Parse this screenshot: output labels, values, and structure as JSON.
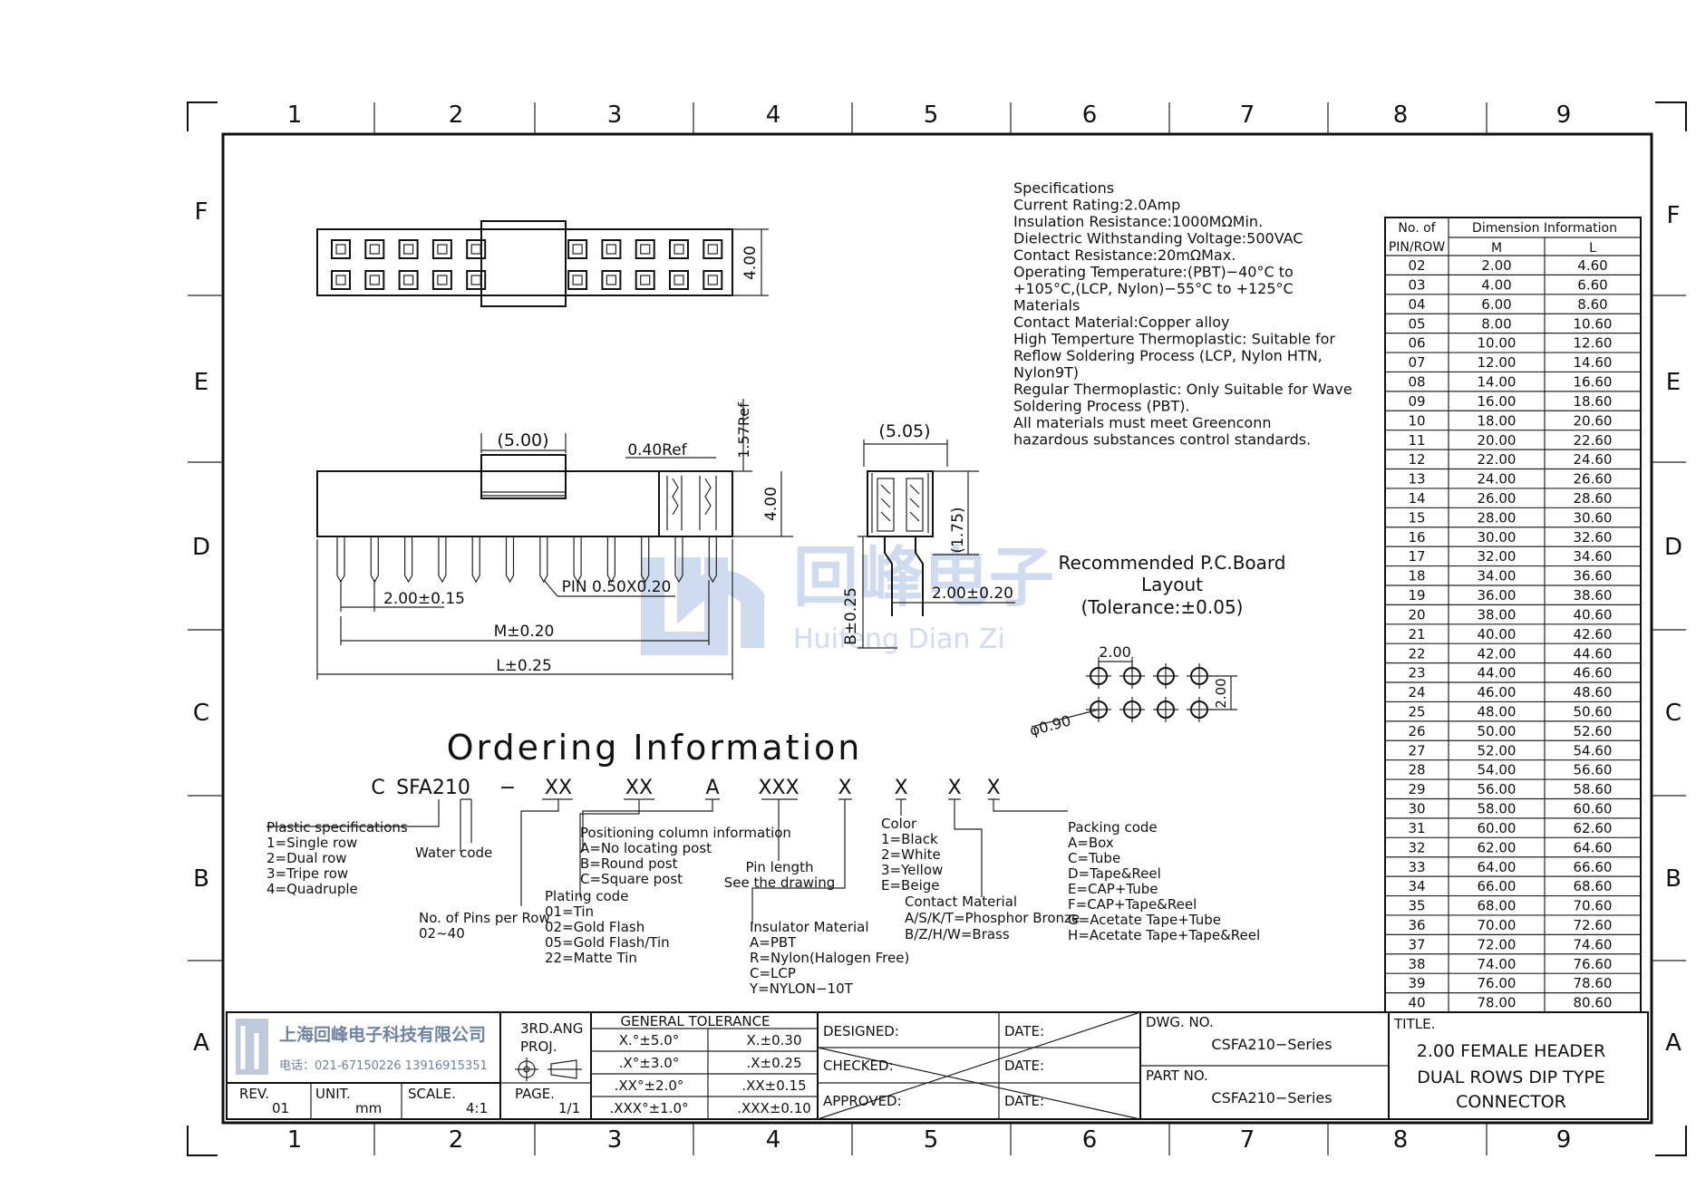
{
  "frame": {
    "cols": [
      "1",
      "2",
      "3",
      "4",
      "5",
      "6",
      "7",
      "8",
      "9"
    ],
    "rows": [
      "F",
      "E",
      "D",
      "C",
      "B",
      "A"
    ]
  },
  "views": {
    "dim_5_00": "(5.00)",
    "dim_0_40ref": "0.40Ref",
    "dim_1_57ref": "1.57Ref",
    "dim_4_00_top": "4.00",
    "dim_4_00_side": "4.00",
    "dim_pitch": "2.00±0.15",
    "pin_label": "PIN 0.50X0.20",
    "dim_m": "M±0.20",
    "dim_l": "L±0.25",
    "dim_5_05": "(5.05)",
    "dim_1_75": "(1.75)",
    "dim_b": "B±0.25",
    "dim_2_00_side": "2.00±0.20"
  },
  "watermark": {
    "cn": "回峰电子",
    "pinyin": "Huifeng Dian Zi"
  },
  "specs": [
    "Specifications",
    "Current Rating:2.0Amp",
    "Insulation Resistance:1000MΩMin.",
    "Dielectric Withstanding Voltage:500VAC",
    "Contact Resistance:20mΩMax.",
    "Operating Temperature:(PBT)−40°C to",
    "+105°C,(LCP, Nylon)−55°C to +125°C",
    "Materials",
    "Contact Material:Copper alloy",
    "High Temperture Thermoplastic: Suitable for",
    "Reflow Soldering Process (LCP, Nylon HTN,",
    "Nylon9T)",
    "Regular Thermoplastic: Only Suitable for Wave",
    "Soldering Process (PBT).",
    "All materials must meet Greenconn",
    "hazardous substances control standards."
  ],
  "pcb": {
    "title_lines": [
      "Recommended P.C.Board",
      "Layout",
      "(Tolerance:±0.05)"
    ],
    "pitch_h": "2.00",
    "pitch_v": "2.00",
    "hole": "φ0.90"
  },
  "dim_table": {
    "header_left_1": "No. of",
    "header_left_2": "PIN/ROW",
    "header_group": "Dimension Information",
    "col_m": "M",
    "col_l": "L",
    "rows": [
      [
        "02",
        "2.00",
        "4.60"
      ],
      [
        "03",
        "4.00",
        "6.60"
      ],
      [
        "04",
        "6.00",
        "8.60"
      ],
      [
        "05",
        "8.00",
        "10.60"
      ],
      [
        "06",
        "10.00",
        "12.60"
      ],
      [
        "07",
        "12.00",
        "14.60"
      ],
      [
        "08",
        "14.00",
        "16.60"
      ],
      [
        "09",
        "16.00",
        "18.60"
      ],
      [
        "10",
        "18.00",
        "20.60"
      ],
      [
        "11",
        "20.00",
        "22.60"
      ],
      [
        "12",
        "22.00",
        "24.60"
      ],
      [
        "13",
        "24.00",
        "26.60"
      ],
      [
        "14",
        "26.00",
        "28.60"
      ],
      [
        "15",
        "28.00",
        "30.60"
      ],
      [
        "16",
        "30.00",
        "32.60"
      ],
      [
        "17",
        "32.00",
        "34.60"
      ],
      [
        "18",
        "34.00",
        "36.60"
      ],
      [
        "19",
        "36.00",
        "38.60"
      ],
      [
        "20",
        "38.00",
        "40.60"
      ],
      [
        "21",
        "40.00",
        "42.60"
      ],
      [
        "22",
        "42.00",
        "44.60"
      ],
      [
        "23",
        "44.00",
        "46.60"
      ],
      [
        "24",
        "46.00",
        "48.60"
      ],
      [
        "25",
        "48.00",
        "50.60"
      ],
      [
        "26",
        "50.00",
        "52.60"
      ],
      [
        "27",
        "52.00",
        "54.60"
      ],
      [
        "28",
        "54.00",
        "56.60"
      ],
      [
        "29",
        "56.00",
        "58.60"
      ],
      [
        "30",
        "58.00",
        "60.60"
      ],
      [
        "31",
        "60.00",
        "62.60"
      ],
      [
        "32",
        "62.00",
        "64.60"
      ],
      [
        "33",
        "64.00",
        "66.60"
      ],
      [
        "34",
        "66.00",
        "68.60"
      ],
      [
        "35",
        "68.00",
        "70.60"
      ],
      [
        "36",
        "70.00",
        "72.60"
      ],
      [
        "37",
        "72.00",
        "74.60"
      ],
      [
        "38",
        "74.00",
        "76.60"
      ],
      [
        "39",
        "76.00",
        "78.60"
      ],
      [
        "40",
        "78.00",
        "80.60"
      ]
    ]
  },
  "ordering": {
    "title": "Ordering Information",
    "code": [
      "C",
      "SFA210",
      "−",
      "XX",
      "XX",
      "A",
      "XXX",
      "X",
      "X",
      "X",
      "X"
    ],
    "plastic": [
      "Plastic specifications",
      "1=Single row",
      "2=Dual row",
      "3=Tripe row",
      "4=Quadruple"
    ],
    "water": "Water code",
    "pins": [
      "No. of Pins per Row",
      "02~40"
    ],
    "plating": [
      "Plating code",
      "01=Tin",
      "02=Gold Flash",
      "05=Gold Flash/Tin",
      "22=Matte Tin"
    ],
    "positioning": [
      "Positioning column information",
      "A=No locating post",
      "B=Round post",
      "C=Square post"
    ],
    "pinlen": [
      "Pin length",
      "See the drawing"
    ],
    "insulator": [
      "Insulator Material",
      "A=PBT",
      "R=Nylon(Halogen Free)",
      "C=LCP",
      "Y=NYLON−10T"
    ],
    "color": [
      "Color",
      "1=Black",
      "2=White",
      "3=Yellow",
      "E=Beige"
    ],
    "contact": [
      "Contact Material",
      "A/S/K/T=Phosphor Bronze",
      "B/Z/H/W=Brass"
    ],
    "packing": [
      "Packing code",
      "A=Box",
      "C=Tube",
      "D=Tape&Reel",
      "E=CAP+Tube",
      "F=CAP+Tape&Reel",
      "G=Acetate Tape+Tube",
      "H=Acetate Tape+Tape&Reel"
    ]
  },
  "title_block": {
    "company_cn": "上海回峰电子科技有限公司",
    "phone": "电话：021-67150226 13916915351",
    "proj_1": "3RD.ANG",
    "proj_2": "PROJ.",
    "tol_title": "GENERAL TOLERANCE",
    "tol": [
      [
        "X.°±5.0°",
        "X.±0.30"
      ],
      [
        ".X°±3.0°",
        ".X±0.25"
      ],
      [
        ".XX°±2.0°",
        ".XX±0.15"
      ],
      [
        ".XXX°±1.0°",
        ".XXX±0.10"
      ]
    ],
    "designed": "DESIGNED:",
    "checked": "CHECKED:",
    "approved": "APPROVED:",
    "date": "DATE:",
    "dwg_no_label": "DWG. NO.",
    "dwg_no": "CSFA210−Series",
    "part_no_label": "PART NO.",
    "part_no": "CSFA210−Series",
    "title_label": "TITLE.",
    "title_lines": [
      "2.00 FEMALE HEADER",
      "DUAL ROWS DIP TYPE",
      "CONNECTOR"
    ],
    "rev_label": "REV.",
    "rev": "01",
    "unit_label": "UNIT.",
    "unit": "mm",
    "scale_label": "SCALE.",
    "scale": "4:1",
    "page_label": "PAGE.",
    "page": "1/1"
  }
}
